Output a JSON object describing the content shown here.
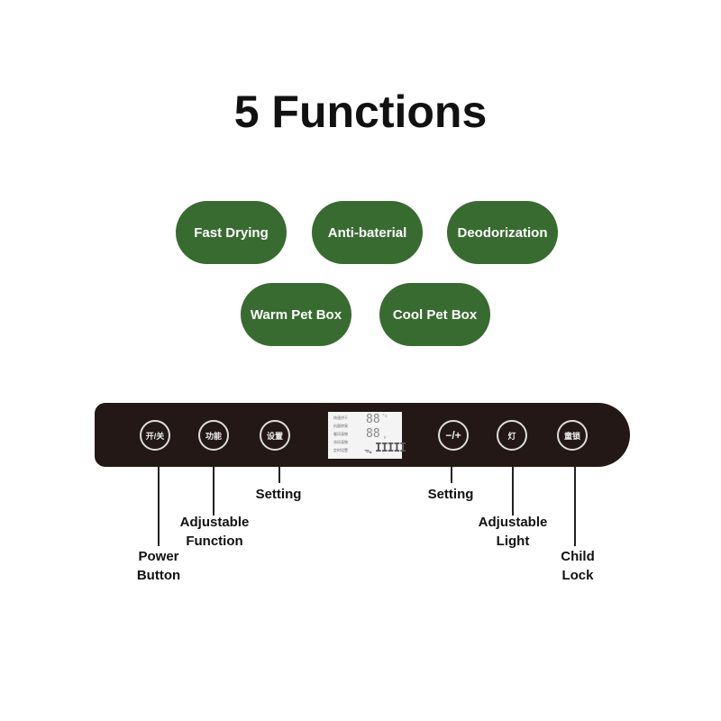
{
  "title": "5 Functions",
  "functions": [
    "Fast Drying",
    "Anti-baterial",
    "Deodorization",
    "Warm Pet Box",
    "Cool Pet Box"
  ],
  "panel": {
    "buttons": [
      "开/关",
      "功能",
      "设置",
      "−/+",
      "灯",
      "童锁"
    ],
    "display": {
      "temp": "88",
      "temp_unit": "°c",
      "time": "88",
      "time_unit": "h",
      "fan": "ᯓ",
      "bars": "IIIII",
      "rows": [
        "快速烘干",
        "抗菌除臭",
        "暖风宠物",
        "凉风宠物",
        "定时设置"
      ]
    }
  },
  "labels": {
    "power": [
      "Power",
      "Button"
    ],
    "function": [
      "Adjustable",
      "Function"
    ],
    "setting_left": "Setting",
    "setting_right": "Setting",
    "light": [
      "Adjustable",
      "Light"
    ],
    "child": [
      "Child",
      "Lock"
    ]
  },
  "colors": {
    "pill": "#386b30",
    "panel": "#231815"
  }
}
